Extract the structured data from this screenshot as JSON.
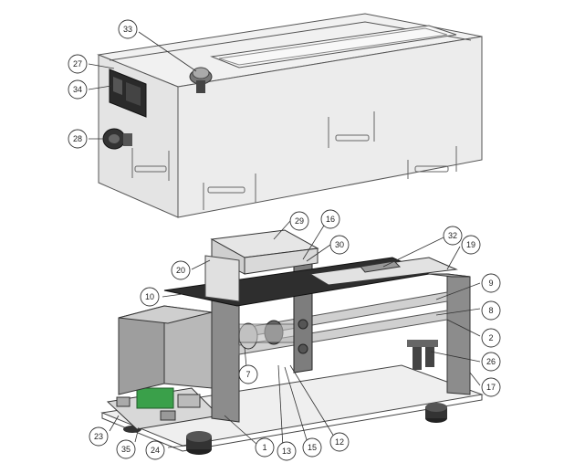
{
  "callouts": [
    {
      "id": "c33",
      "label": "33"
    },
    {
      "id": "c27",
      "label": "27"
    },
    {
      "id": "c34",
      "label": "34"
    },
    {
      "id": "c28",
      "label": "28"
    },
    {
      "id": "c29",
      "label": "29"
    },
    {
      "id": "c16",
      "label": "16"
    },
    {
      "id": "c30",
      "label": "30"
    },
    {
      "id": "c32",
      "label": "32"
    },
    {
      "id": "c19",
      "label": "19"
    },
    {
      "id": "c20",
      "label": "20"
    },
    {
      "id": "c10",
      "label": "10"
    },
    {
      "id": "c9",
      "label": "9"
    },
    {
      "id": "c8",
      "label": "8"
    },
    {
      "id": "c2",
      "label": "2"
    },
    {
      "id": "c26",
      "label": "26"
    },
    {
      "id": "c17",
      "label": "17"
    },
    {
      "id": "c7",
      "label": "7"
    },
    {
      "id": "c23",
      "label": "23"
    },
    {
      "id": "c35",
      "label": "35"
    },
    {
      "id": "c24",
      "label": "24"
    },
    {
      "id": "c1",
      "label": "1"
    },
    {
      "id": "c13",
      "label": "13"
    },
    {
      "id": "c15",
      "label": "15"
    },
    {
      "id": "c12",
      "label": "12"
    }
  ]
}
